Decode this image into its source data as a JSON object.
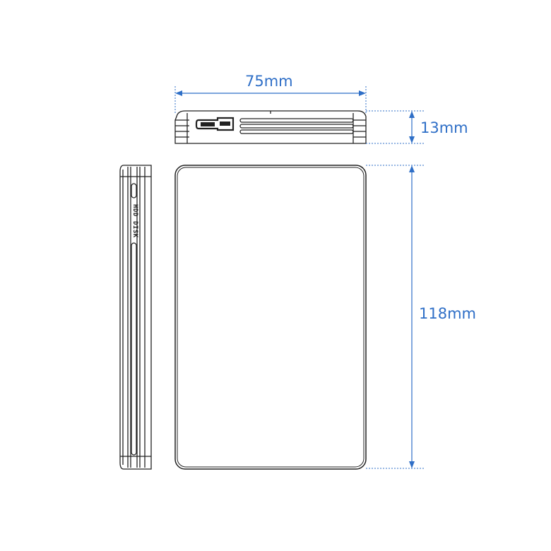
{
  "diagram": {
    "subject": "HDD enclosure dimensions",
    "colors": {
      "dimension": "#2f6fc7",
      "outline": "#222222",
      "background": "#ffffff"
    },
    "dimensions": {
      "width": {
        "label": "75mm",
        "value": 75,
        "unit": "mm"
      },
      "thickness": {
        "label": "13mm",
        "value": 13,
        "unit": "mm"
      },
      "length": {
        "label": "118mm",
        "value": 118,
        "unit": "mm"
      }
    },
    "views": {
      "end_view": {
        "name": "End view with USB 3.0 Micro-B port"
      },
      "side_view": {
        "name": "Side view",
        "labels": [
          "HDD",
          "DISK"
        ]
      },
      "top_view": {
        "name": "Top view"
      }
    }
  }
}
